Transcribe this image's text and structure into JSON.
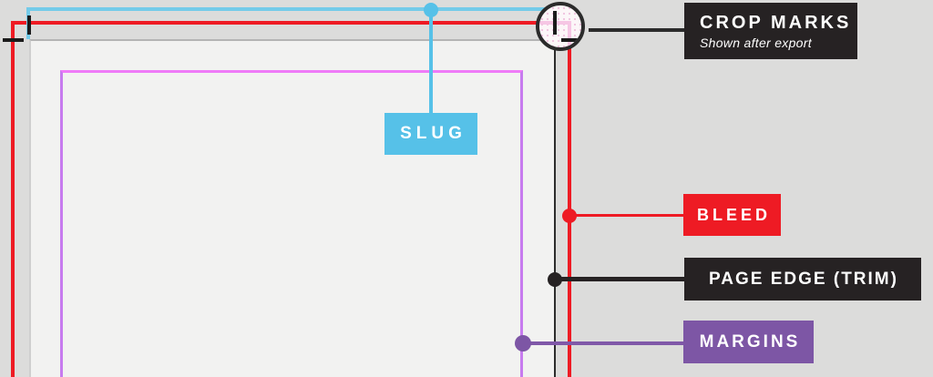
{
  "labels": {
    "slug": "SLUG",
    "crop_marks_title": "CROP MARKS",
    "crop_marks_subtitle": "Shown after export",
    "bleed": "BLEED",
    "page_edge": "PAGE EDGE (TRIM)",
    "margins": "MARGINS"
  },
  "icons": {
    "magnifier_circle": "magnifier-showing-crop-marks",
    "crop_mark_glyph": "crop-mark-corner-ticks"
  },
  "colors": {
    "pasteboard": "#dcdcdb",
    "page_fill": "#f2f2f1",
    "slug": "#56c1e8",
    "slug_line": "#74cbe9",
    "bleed": "#ee1b24",
    "margin_top_line": "#ef7bf8",
    "margin_side_line": "#c77bef",
    "margin_label": "#7d56a5",
    "trim_line": "#2c2c2c",
    "label_black": "#262223"
  }
}
